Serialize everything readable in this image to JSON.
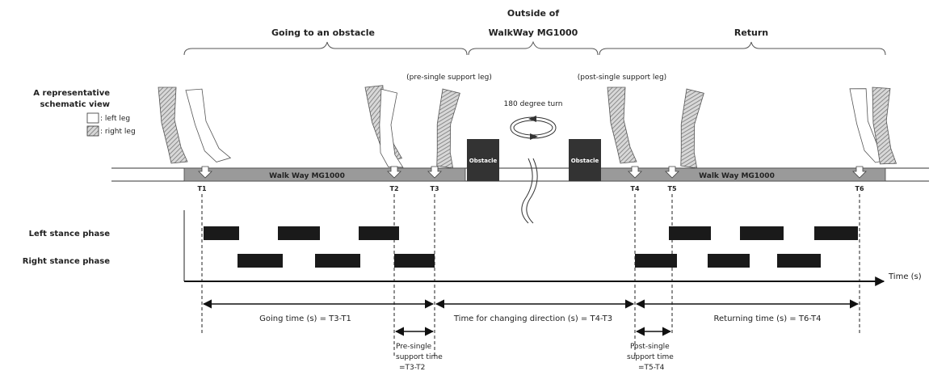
{
  "headers": {
    "going": "Going to an obstacle",
    "outside_line1": "Outside of",
    "outside_line2": "WalkWay MG1000",
    "return": "Return"
  },
  "legend": {
    "title_line1": "A representative",
    "title_line2": "schematic view",
    "left_leg": ": left leg",
    "right_leg": ": right leg"
  },
  "annotations": {
    "pre_single": "(pre-single support leg)",
    "post_single": "(post-single support leg)",
    "turn": "180 degree turn"
  },
  "walkway": {
    "label": "Walk Way MG1000",
    "obstacle": "Obstacle"
  },
  "time_markers": [
    "T1",
    "T2",
    "T3",
    "T4",
    "T5",
    "T6"
  ],
  "phases": {
    "left": "Left stance phase",
    "right": "Right stance phase"
  },
  "axis": {
    "label": "Time (s)"
  },
  "durations": {
    "going": "Going time (s) = T3-T1",
    "changing": "Time for changing direction (s) = T4-T3",
    "returning": "Returning time (s) = T6-T4",
    "pre_line1": "Pre-single",
    "pre_line2": "support time",
    "pre_line3": "=T3-T2",
    "post_line1": "Post-single",
    "post_line2": "support time",
    "post_line3": "=T5-T4"
  }
}
